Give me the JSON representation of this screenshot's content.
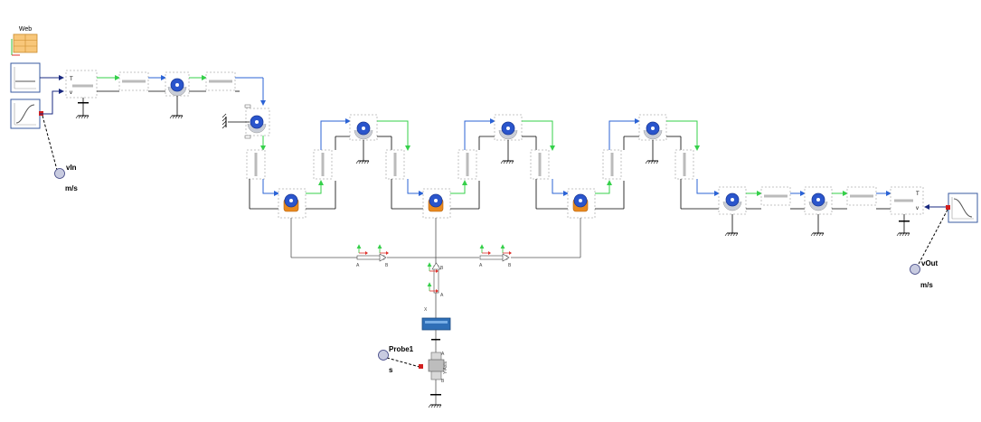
{
  "web_block": {
    "label": "Web",
    "icon": "table-grid-icon"
  },
  "input_block": {
    "out_labels": [
      "T",
      "v"
    ]
  },
  "output_block": {
    "in_labels": [
      "T",
      "v"
    ]
  },
  "vin": {
    "name": "vIn",
    "unit": "m/s"
  },
  "vout": {
    "name": "vOut",
    "unit": "m/s"
  },
  "probe": {
    "name": "Probe1",
    "unit": "s"
  },
  "dancer": {
    "axis_label": "Y-Axis",
    "pin_a": "A",
    "pin_b": "B",
    "pin_x": "X"
  },
  "sensor_pins": {
    "a": "A",
    "b": "B"
  },
  "colors": {
    "flow_blue": "#2b63d6",
    "flow_green": "#35d04a",
    "roller_blue": "#2a55cc",
    "drive_orange": "#e8891f",
    "actuator_blue": "#2f6fb7"
  }
}
